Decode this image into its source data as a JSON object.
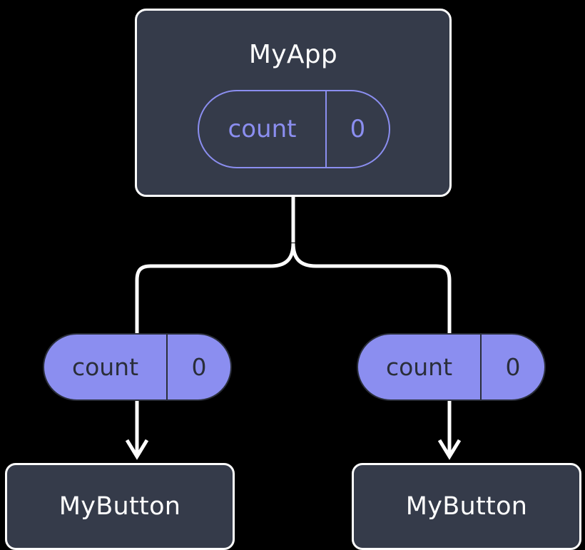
{
  "diagram": {
    "type": "component-state-tree",
    "background_color": "#000000",
    "palette": {
      "node_fill": "#353b4a",
      "node_stroke": "#ffffff",
      "accent": "#8b8ef0",
      "accent_text_on_fill": "#2a2e3a",
      "connector": "#ffffff"
    },
    "root": {
      "title": "MyApp",
      "state": {
        "key": "count",
        "value": "0"
      }
    },
    "children": [
      {
        "id": "left",
        "state": {
          "key": "count",
          "value": "0"
        },
        "title": "MyButton"
      },
      {
        "id": "right",
        "state": {
          "key": "count",
          "value": "0"
        },
        "title": "MyButton"
      }
    ]
  }
}
